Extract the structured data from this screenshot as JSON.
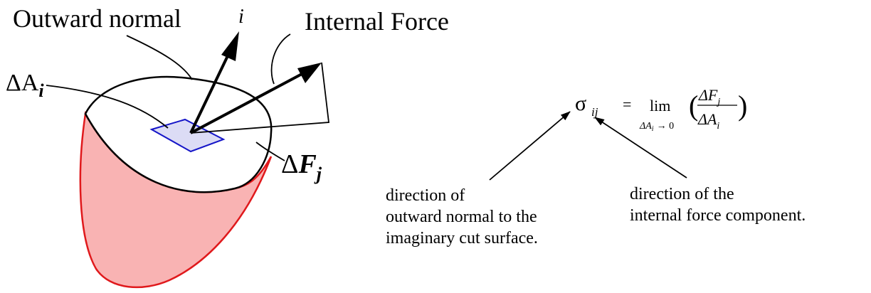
{
  "labels": {
    "outward_normal": "Outward normal",
    "internal_force": "Internal Force",
    "normal_axis": "i",
    "area_element": {
      "delta": "ΔA",
      "sub": "i"
    },
    "force_element": {
      "delta": "Δ",
      "symbol": "F",
      "sub": "j"
    }
  },
  "equation": {
    "sigma": "σ",
    "sigma_sub": "ij",
    "equals": "=",
    "lim": "lim",
    "lim_condition": "ΔA",
    "lim_condition_sub": "i",
    "lim_arrow": "→ 0",
    "numerator": "ΔF",
    "numerator_sub": "j",
    "denominator": "ΔA",
    "denominator_sub": "i",
    "paren_left": "(",
    "paren_right": ")"
  },
  "notes": {
    "normal_direction": [
      "direction of",
      "outward normal to the",
      "imaginary cut surface."
    ],
    "force_direction": [
      "direction of the",
      "internal force component."
    ]
  },
  "colors": {
    "body_fill": "#f9b3b3",
    "body_stroke": "#e0191c",
    "patch_fill": "#dcdcf5",
    "patch_stroke": "#1515c8",
    "ink": "#000000"
  }
}
